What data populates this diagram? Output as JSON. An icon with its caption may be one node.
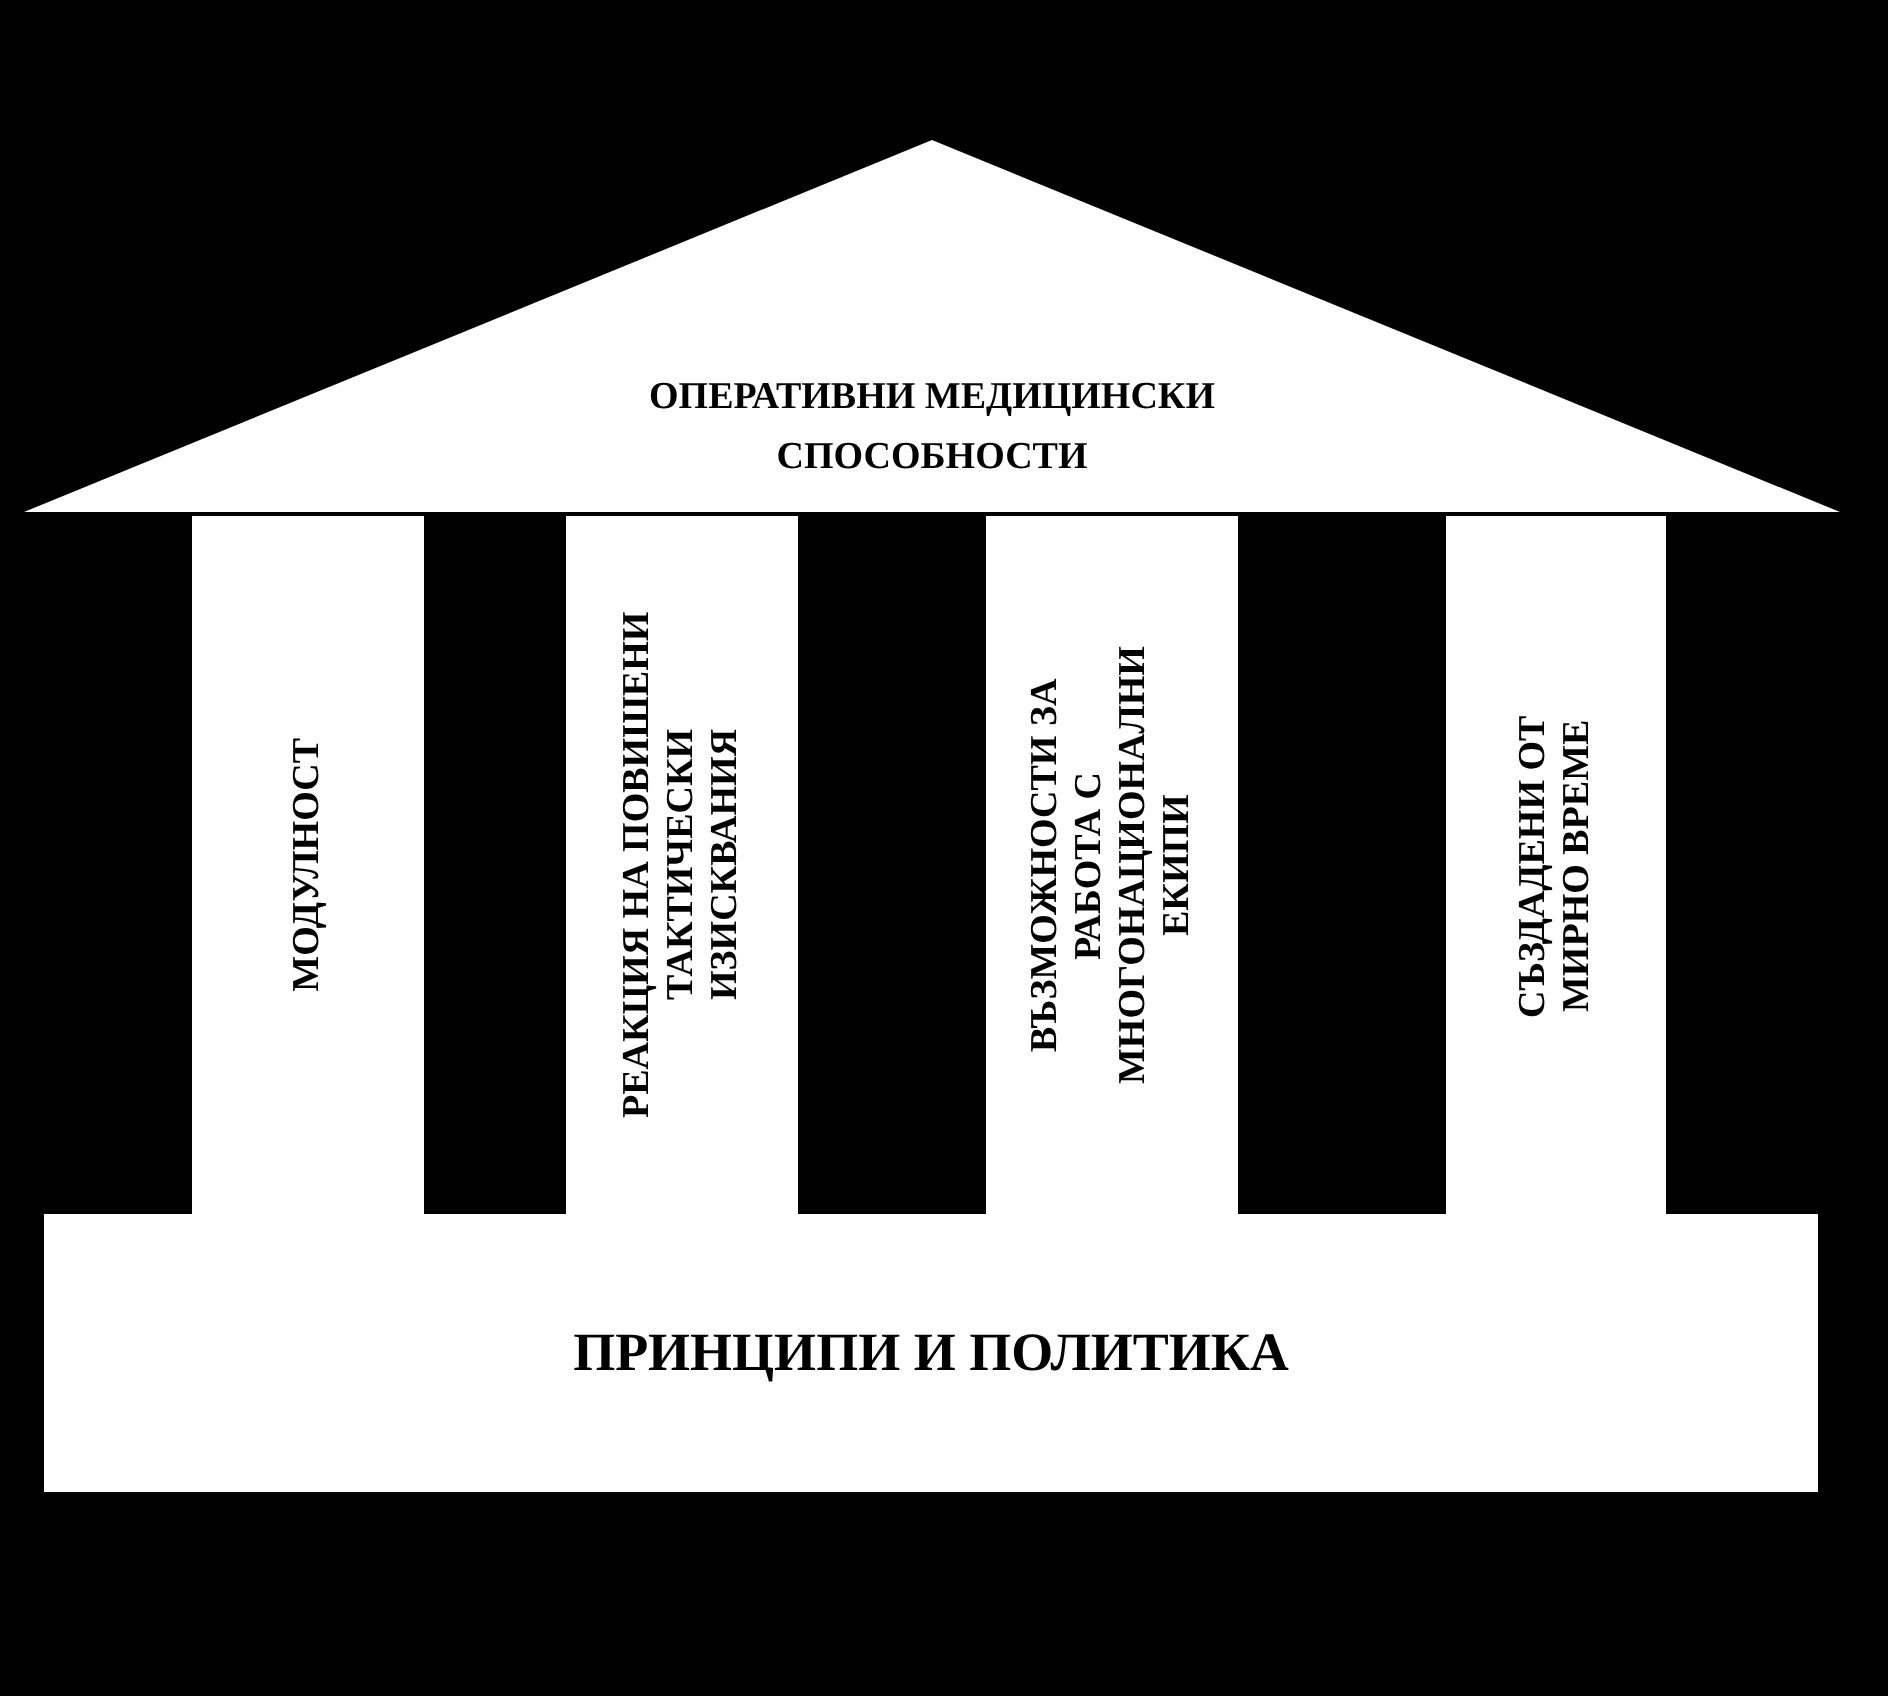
{
  "diagram": {
    "nodes": [
      {
        "text": [
          "ОПЕРАТИВНИ МЕДИЦИНСКИ СПОСОБНОСТИ"
        ]
      },
      {
        "text": [
          "МОДУЛНОСТ"
        ]
      },
      {
        "text": [
          "РЕАКЦИЯ НА ПОВИШЕНИ ТАКТИЧЕСКИ ИЗИСКВАНИЯ"
        ]
      },
      {
        "text": [
          "ВЪЗМОЖНОСТИ ЗА РАБОТА С МНОГОНАЦИОНАЛНИ ЕКИПИ"
        ]
      },
      {
        "text": [
          "СЪЗДАДЕНИ ОТ МИРНО ВРЕМЕ"
        ]
      },
      {
        "text": [
          "ПРИНЦИПИ И ПОЛИТИКА"
        ]
      }
    ]
  }
}
